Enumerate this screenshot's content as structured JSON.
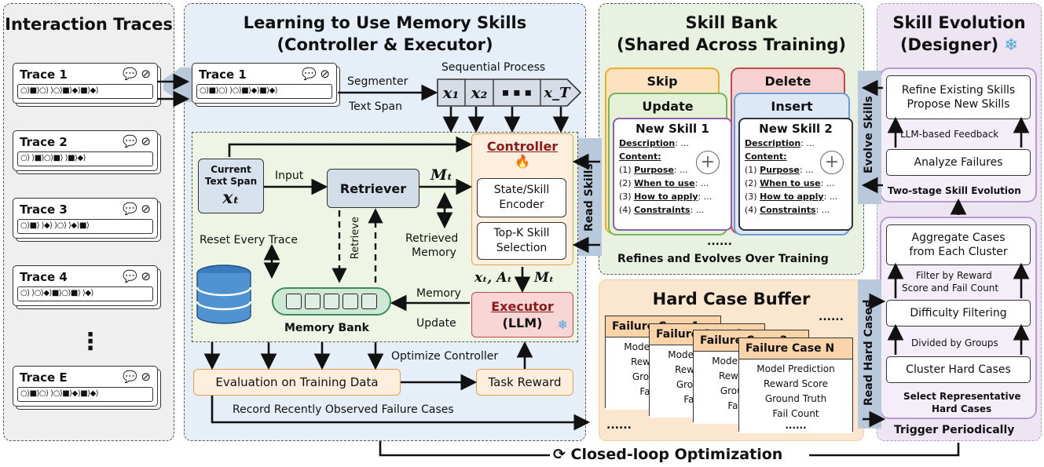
{
  "interaction_traces": {
    "title": "Interaction Traces",
    "traces": [
      {
        "label": "Trace 1",
        "sequence": "○⟩■⟩○⟩  ⟩○⟩■⟩◆⟩■⟩◆⟩"
      },
      {
        "label": "Trace 2",
        "sequence": "○⟩  ⟩■⟩○⟩■⟩  ⟩■⟩◆⟩"
      },
      {
        "label": "Trace 3",
        "sequence": "○⟩■⟩  ⟩◆⟩  ⟩○⟩  ⟩◆⟩■⟩"
      },
      {
        "label": "Trace 4",
        "sequence": "○⟩  ⟩○⟩◆⟩■⟩○⟩■⟩  ⟩◆⟩"
      },
      {
        "label": "Trace E",
        "sequence": "○⟩■⟩○⟩  ⟩○⟩■⟩◆⟩■⟩◆⟩"
      }
    ],
    "ellipsis": "⋮"
  },
  "learning": {
    "title_line1": "Learning to Use Memory Skills",
    "title_line2": "(Controller & Executor)",
    "trace_label": "Trace 1",
    "trace_sequence": "○⟩■⟩○⟩  ⟩○⟩■⟩◆⟩■⟩◆⟩",
    "segmenter_label": "Segmenter",
    "text_span_label": "Text Span",
    "sequential_process_label": "Sequential Process",
    "seq_tokens": [
      "x₁",
      "x₂",
      "▪ ▪ ▪",
      "x_T"
    ],
    "current_span_line1": "Current",
    "current_span_line2": "Text Span",
    "current_span_var": "xₜ",
    "input_label": "Input",
    "retriever_label": "Retriever",
    "mt_label": "Mₜ",
    "retrieve_label": "Retrieve",
    "retrieved_memory_line1": "Retrieved",
    "retrieved_memory_line2": "Memory",
    "reset_label": "Reset Every Trace",
    "memory_bank_label": "Memory Bank",
    "controller_title": "Controller",
    "encoder_line1": "State/Skill",
    "encoder_line2": "Encoder",
    "topk_line1": "Top-K Skill",
    "topk_line2": "Selection",
    "xt_at_label": "xₜ, Aₜ",
    "mt_label2": "Mₜ",
    "memory_label": "Memory",
    "update_label": "Update",
    "executor_title": "Executor",
    "executor_sub": "(LLM)",
    "optimize_label": "Optimize Controller",
    "eval_label": "Evaluation on Training Data",
    "task_reward_label": "Task Reward",
    "record_label": "Record Recently Observed Failure Cases"
  },
  "skill_bank": {
    "title_line1": "Skill Bank",
    "title_line2": "(Shared Across Training)",
    "skip_label": "Skip",
    "delete_label": "Delete",
    "update_label": "Update",
    "insert_label": "Insert",
    "new_skill_1": "New Skill 1",
    "new_skill_2": "New Skill 2",
    "description_label": "Description",
    "content_label": "Content:",
    "fields": [
      "Purpose",
      "When to use",
      "How to apply",
      "Constraints"
    ],
    "dots": "......",
    "footer": "Refines and Evolves Over Training",
    "read_skills_label": "Read Skills"
  },
  "hard_case_buffer": {
    "title": "Hard Case Buffer",
    "cards": [
      "Failure Case 1",
      "Failure Case 2",
      "Failure Case 3",
      "Failure Case N"
    ],
    "card_rows": [
      "Model Prediction",
      "Reward Score",
      "Ground Truth",
      "Fail Count"
    ],
    "dots": "......",
    "read_hard_cases_label": "Read Hard Cases"
  },
  "skill_evolution": {
    "title_line1": "Skill Evolution",
    "title_line2": "(Designer)",
    "refine_line1": "Refine Existing Skills",
    "refine_line2": "Propose New Skills",
    "llm_feedback_label": "LLM-based Feedback",
    "analyze_label": "Analyze Failures",
    "two_stage_label": "Two-stage Skill Evolution",
    "aggregate_line1": "Aggregate Cases",
    "aggregate_line2": "from Each Cluster",
    "filter_line1": "Filter by Reward",
    "filter_line2": "Score and Fail Count",
    "difficulty_label": "Difficulty Filtering",
    "divided_label": "Divided by Groups",
    "cluster_label": "Cluster Hard Cases",
    "select_line1": "Select Representative",
    "select_line2": "Hard Cases",
    "trigger_label": "Trigger Periodically",
    "evolve_skills_label": "Evolve Skills"
  },
  "closed_loop_label": "Closed-loop Optimization",
  "colors": {
    "traces_bg": "#efefef",
    "learning_bg": "#e6eef7",
    "controller_area_bg": "#eef5e4",
    "skill_bank_bg": "#e9f1e2",
    "hard_case_bg": "#fbe6cf",
    "evolution_bg": "#ede6f2",
    "controller_fill": "#fdeede",
    "executor_fill": "#f8d6d6",
    "retriever_fill": "#d3dde8",
    "arrow_band": "#b9c9dc"
  }
}
